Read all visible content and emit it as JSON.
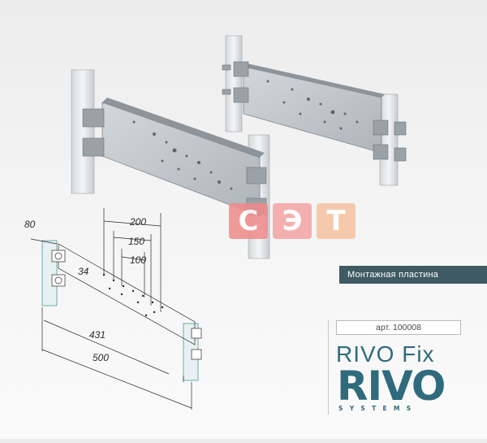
{
  "caption": "Монтажная пластина",
  "article": "арт. 100008",
  "product_name": "RIVO Fix",
  "brand": {
    "word": "RIVO",
    "sub": "SYSTEMS"
  },
  "watermark": {
    "letters": [
      "С",
      "Э",
      "Т"
    ],
    "colors": [
      "#f08a8a",
      "#f4a3a3",
      "#f6c3a0"
    ]
  },
  "dimensions": [
    "80",
    "200",
    "150",
    "100",
    "34",
    "431",
    "500"
  ],
  "colors": {
    "accent": "#2f6b7d",
    "caption_bg": "#3f5a62",
    "plate": "#bcc3c9",
    "pole": "#e3e6e8"
  }
}
